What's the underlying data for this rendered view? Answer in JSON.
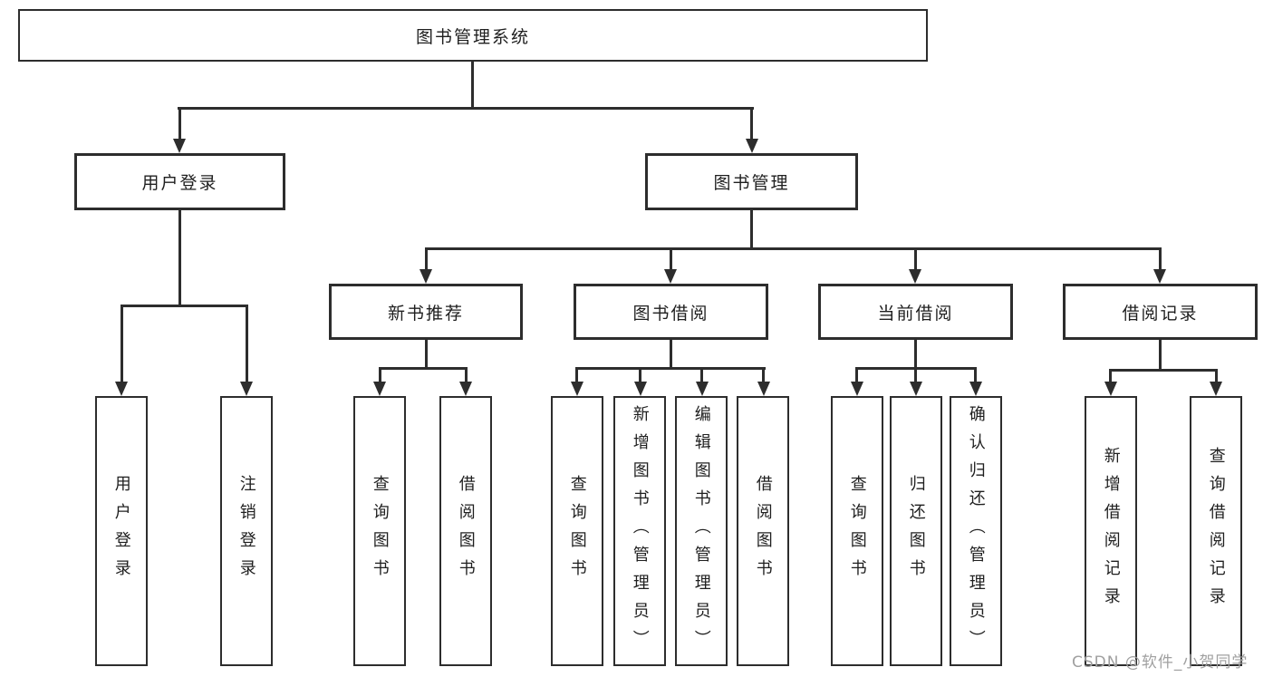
{
  "diagram_type": "hierarchy-tree",
  "colors": {
    "line": "#2d2d2d",
    "box_border": "#2d2d2d",
    "text": "#1f1f1f",
    "background": "#ffffff",
    "watermark": "#a0a0a0"
  },
  "tree": {
    "label": "图书管理系统",
    "children": [
      {
        "label": "用户登录",
        "children": [
          {
            "label": "用户登录"
          },
          {
            "label": "注销登录"
          }
        ]
      },
      {
        "label": "图书管理",
        "children": [
          {
            "label": "新书推荐",
            "children": [
              {
                "label": "查询图书"
              },
              {
                "label": "借阅图书"
              }
            ]
          },
          {
            "label": "图书借阅",
            "children": [
              {
                "label": "查询图书"
              },
              {
                "label": "新增图书（管理员）"
              },
              {
                "label": "编辑图书（管理员）"
              },
              {
                "label": "借阅图书"
              }
            ]
          },
          {
            "label": "当前借阅",
            "children": [
              {
                "label": "查询图书"
              },
              {
                "label": "归还图书"
              },
              {
                "label": "确认归还（管理员）"
              }
            ]
          },
          {
            "label": "借阅记录",
            "children": [
              {
                "label": "新增借阅记录"
              },
              {
                "label": "查询借阅记录"
              }
            ]
          }
        ]
      }
    ]
  },
  "watermark": {
    "text": "CSDN @软件_小贺同学"
  }
}
